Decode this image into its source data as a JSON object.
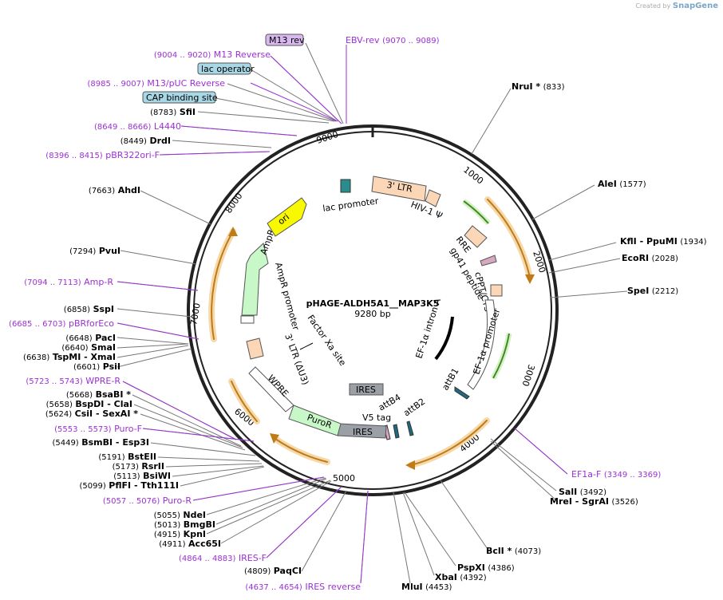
{
  "credit": {
    "prefix": "Created by",
    "brand": "SnapGene"
  },
  "plasmid": {
    "name": "pHAGE-ALDH5A1__MAP3K5",
    "length": "9280 bp"
  },
  "ticks": [
    "1000",
    "2000",
    "3000",
    "4000",
    "5000",
    "6000",
    "7000",
    "8000",
    "9000"
  ],
  "boxed_labels": [
    {
      "text": "M13 rev"
    },
    {
      "text": "lac operator"
    },
    {
      "text": "CAP binding site"
    }
  ],
  "sites": [
    {
      "name": "EBV-rev",
      "range": "(9070 .. 9089)"
    },
    {
      "name": "M13 Reverse",
      "range": "(9004 .. 9020)"
    },
    {
      "name": "M13/pUC Reverse",
      "range": "(8985 .. 9007)"
    },
    {
      "name": "SfiI",
      "pos": "(8783)"
    },
    {
      "name": "L4440",
      "range": "(8649 .. 8666)"
    },
    {
      "name": "DrdI",
      "pos": "(8449)"
    },
    {
      "name": "pBR322ori-F",
      "range": "(8396 .. 8415)"
    },
    {
      "name": "AhdI",
      "pos": "(7663)"
    },
    {
      "name": "PvuI",
      "pos": "(7294)"
    },
    {
      "name": "Amp-R",
      "range": "(7094 .. 7113)"
    },
    {
      "name": "SspI",
      "pos": "(6858)"
    },
    {
      "name": "pBRforEco",
      "range": "(6685 .. 6703)"
    },
    {
      "name": "PacI",
      "pos": "(6648)"
    },
    {
      "name": "SmaI",
      "pos": "(6640)"
    },
    {
      "name": "TspMI  -  XmaI",
      "pos": "(6638)"
    },
    {
      "name": "PsiI",
      "pos": "(6601)"
    },
    {
      "name": "WPRE-R",
      "range": "(5723 .. 5743)"
    },
    {
      "name": "BsaBI *",
      "pos": "(5668)"
    },
    {
      "name": "BspDI  -  ClaI",
      "pos": "(5658)"
    },
    {
      "name": "CsiI  -  SexAI *",
      "pos": "(5624)"
    },
    {
      "name": "Puro-F",
      "range": "(5553 .. 5573)"
    },
    {
      "name": "BsmBI  -  Esp3I",
      "pos": "(5449)"
    },
    {
      "name": "BstEII",
      "pos": "(5191)"
    },
    {
      "name": "RsrII",
      "pos": "(5173)"
    },
    {
      "name": "BsiWI",
      "pos": "(5113)"
    },
    {
      "name": "PflFI  -  Tth111I",
      "pos": "(5099)"
    },
    {
      "name": "Puro-R",
      "range": "(5057 .. 5076)"
    },
    {
      "name": "NdeI",
      "pos": "(5055)"
    },
    {
      "name": "BmgBI",
      "pos": "(5013)"
    },
    {
      "name": "KpnI",
      "pos": "(4915)"
    },
    {
      "name": "Acc65I",
      "pos": "(4911)"
    },
    {
      "name": "IRES-F",
      "range": "(4864 .. 4883)"
    },
    {
      "name": "PaqCI",
      "pos": "(4809)"
    },
    {
      "name": "IRES reverse",
      "range": "(4637 .. 4654)"
    },
    {
      "name": "MluI",
      "pos": "(4453)"
    },
    {
      "name": "XbaI",
      "pos": "(4392)"
    },
    {
      "name": "PspXI",
      "pos": "(4386)"
    },
    {
      "name": "BclI *",
      "pos": "(4073)"
    },
    {
      "name": "MreI  -  SgrAI",
      "pos": "(3526)"
    },
    {
      "name": "SalI",
      "pos": "(3492)"
    },
    {
      "name": "EF1a-F",
      "range": "(3349 .. 3369)"
    },
    {
      "name": "SpeI",
      "pos": "(2212)"
    },
    {
      "name": "EcoRI",
      "pos": "(2028)"
    },
    {
      "name": "KflI  -  PpuMI",
      "pos": "(1934)"
    },
    {
      "name": "AleI",
      "pos": "(1577)"
    },
    {
      "name": "NruI *",
      "pos": "(833)"
    }
  ],
  "features": [
    "3' LTR",
    "HIV-1 Ψ",
    "RRE",
    "gp41 peptide",
    "cPPT/CTS",
    "EF-1α promoter",
    "EF-1α intron A",
    "attB1",
    "attB4",
    "attB2",
    "V5 tag",
    "IRES",
    "IRES",
    "PuroR",
    "WPRE",
    "3' LTR (ΔU3)",
    "Factor Xa site",
    "AmpR promoter",
    "AmpR",
    "ori",
    "lac promoter"
  ],
  "colors": {
    "primer": "#9b30d4",
    "orf": "#f0a030",
    "green": "#5ab030",
    "ltr": "#fbd7b8",
    "ampr": "#c8f8c8",
    "ori": "#f8f800",
    "ires": "#9aa0a6",
    "lac": "#2a8c8c",
    "boxfill": "#a8d8e6"
  }
}
